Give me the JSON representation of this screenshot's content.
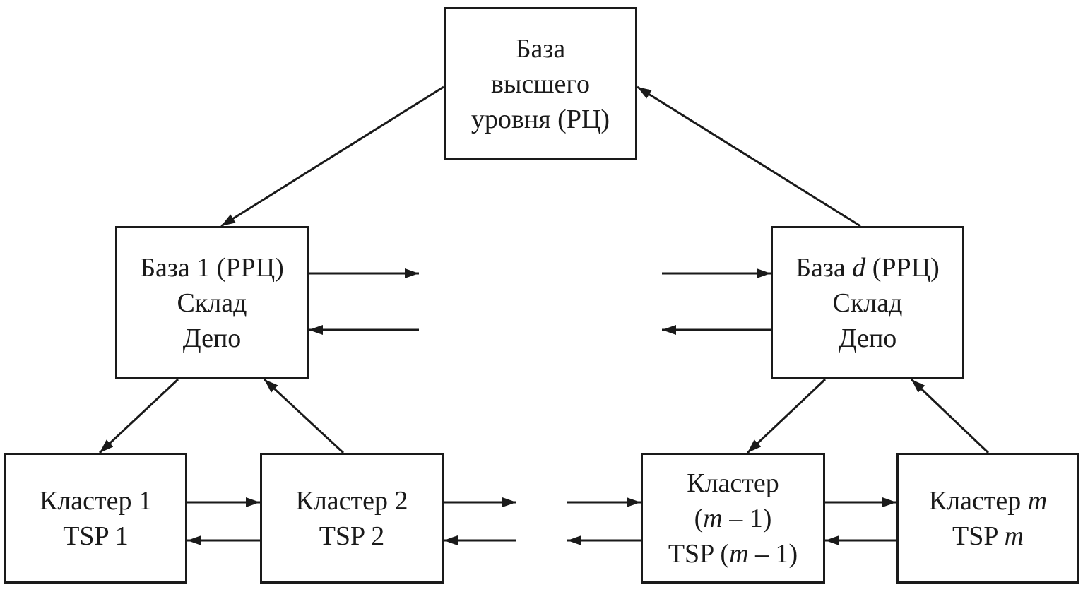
{
  "diagram": {
    "top": {
      "lines": [
        "База",
        "высшего",
        "уровня (РЦ)"
      ]
    },
    "base1": {
      "line1": "База 1 (РРЦ)",
      "line2": "Склад",
      "line3": "Депо"
    },
    "based": {
      "line1_pre": "База ",
      "line1_var": "d",
      "line1_post": " (РРЦ)",
      "line2": "Склад",
      "line3": "Депо"
    },
    "cluster1": {
      "line1": "Кластер 1",
      "line2": "TSP 1"
    },
    "cluster2": {
      "line1": "Кластер 2",
      "line2": "TSP 2"
    },
    "cluster_m_minus_1": {
      "line1": "Кластер",
      "line2_pre": "(",
      "line2_var": "m",
      "line2_post": " – 1)",
      "line3_pre": "TSP (",
      "line3_var": "m",
      "line3_post": " – 1)"
    },
    "cluster_m": {
      "line1_pre": "Кластер ",
      "line1_var": "m",
      "line2_pre": "TSP ",
      "line2_var": "m"
    },
    "colors": {
      "stroke": "#1a1a1a",
      "background": "#ffffff"
    }
  }
}
